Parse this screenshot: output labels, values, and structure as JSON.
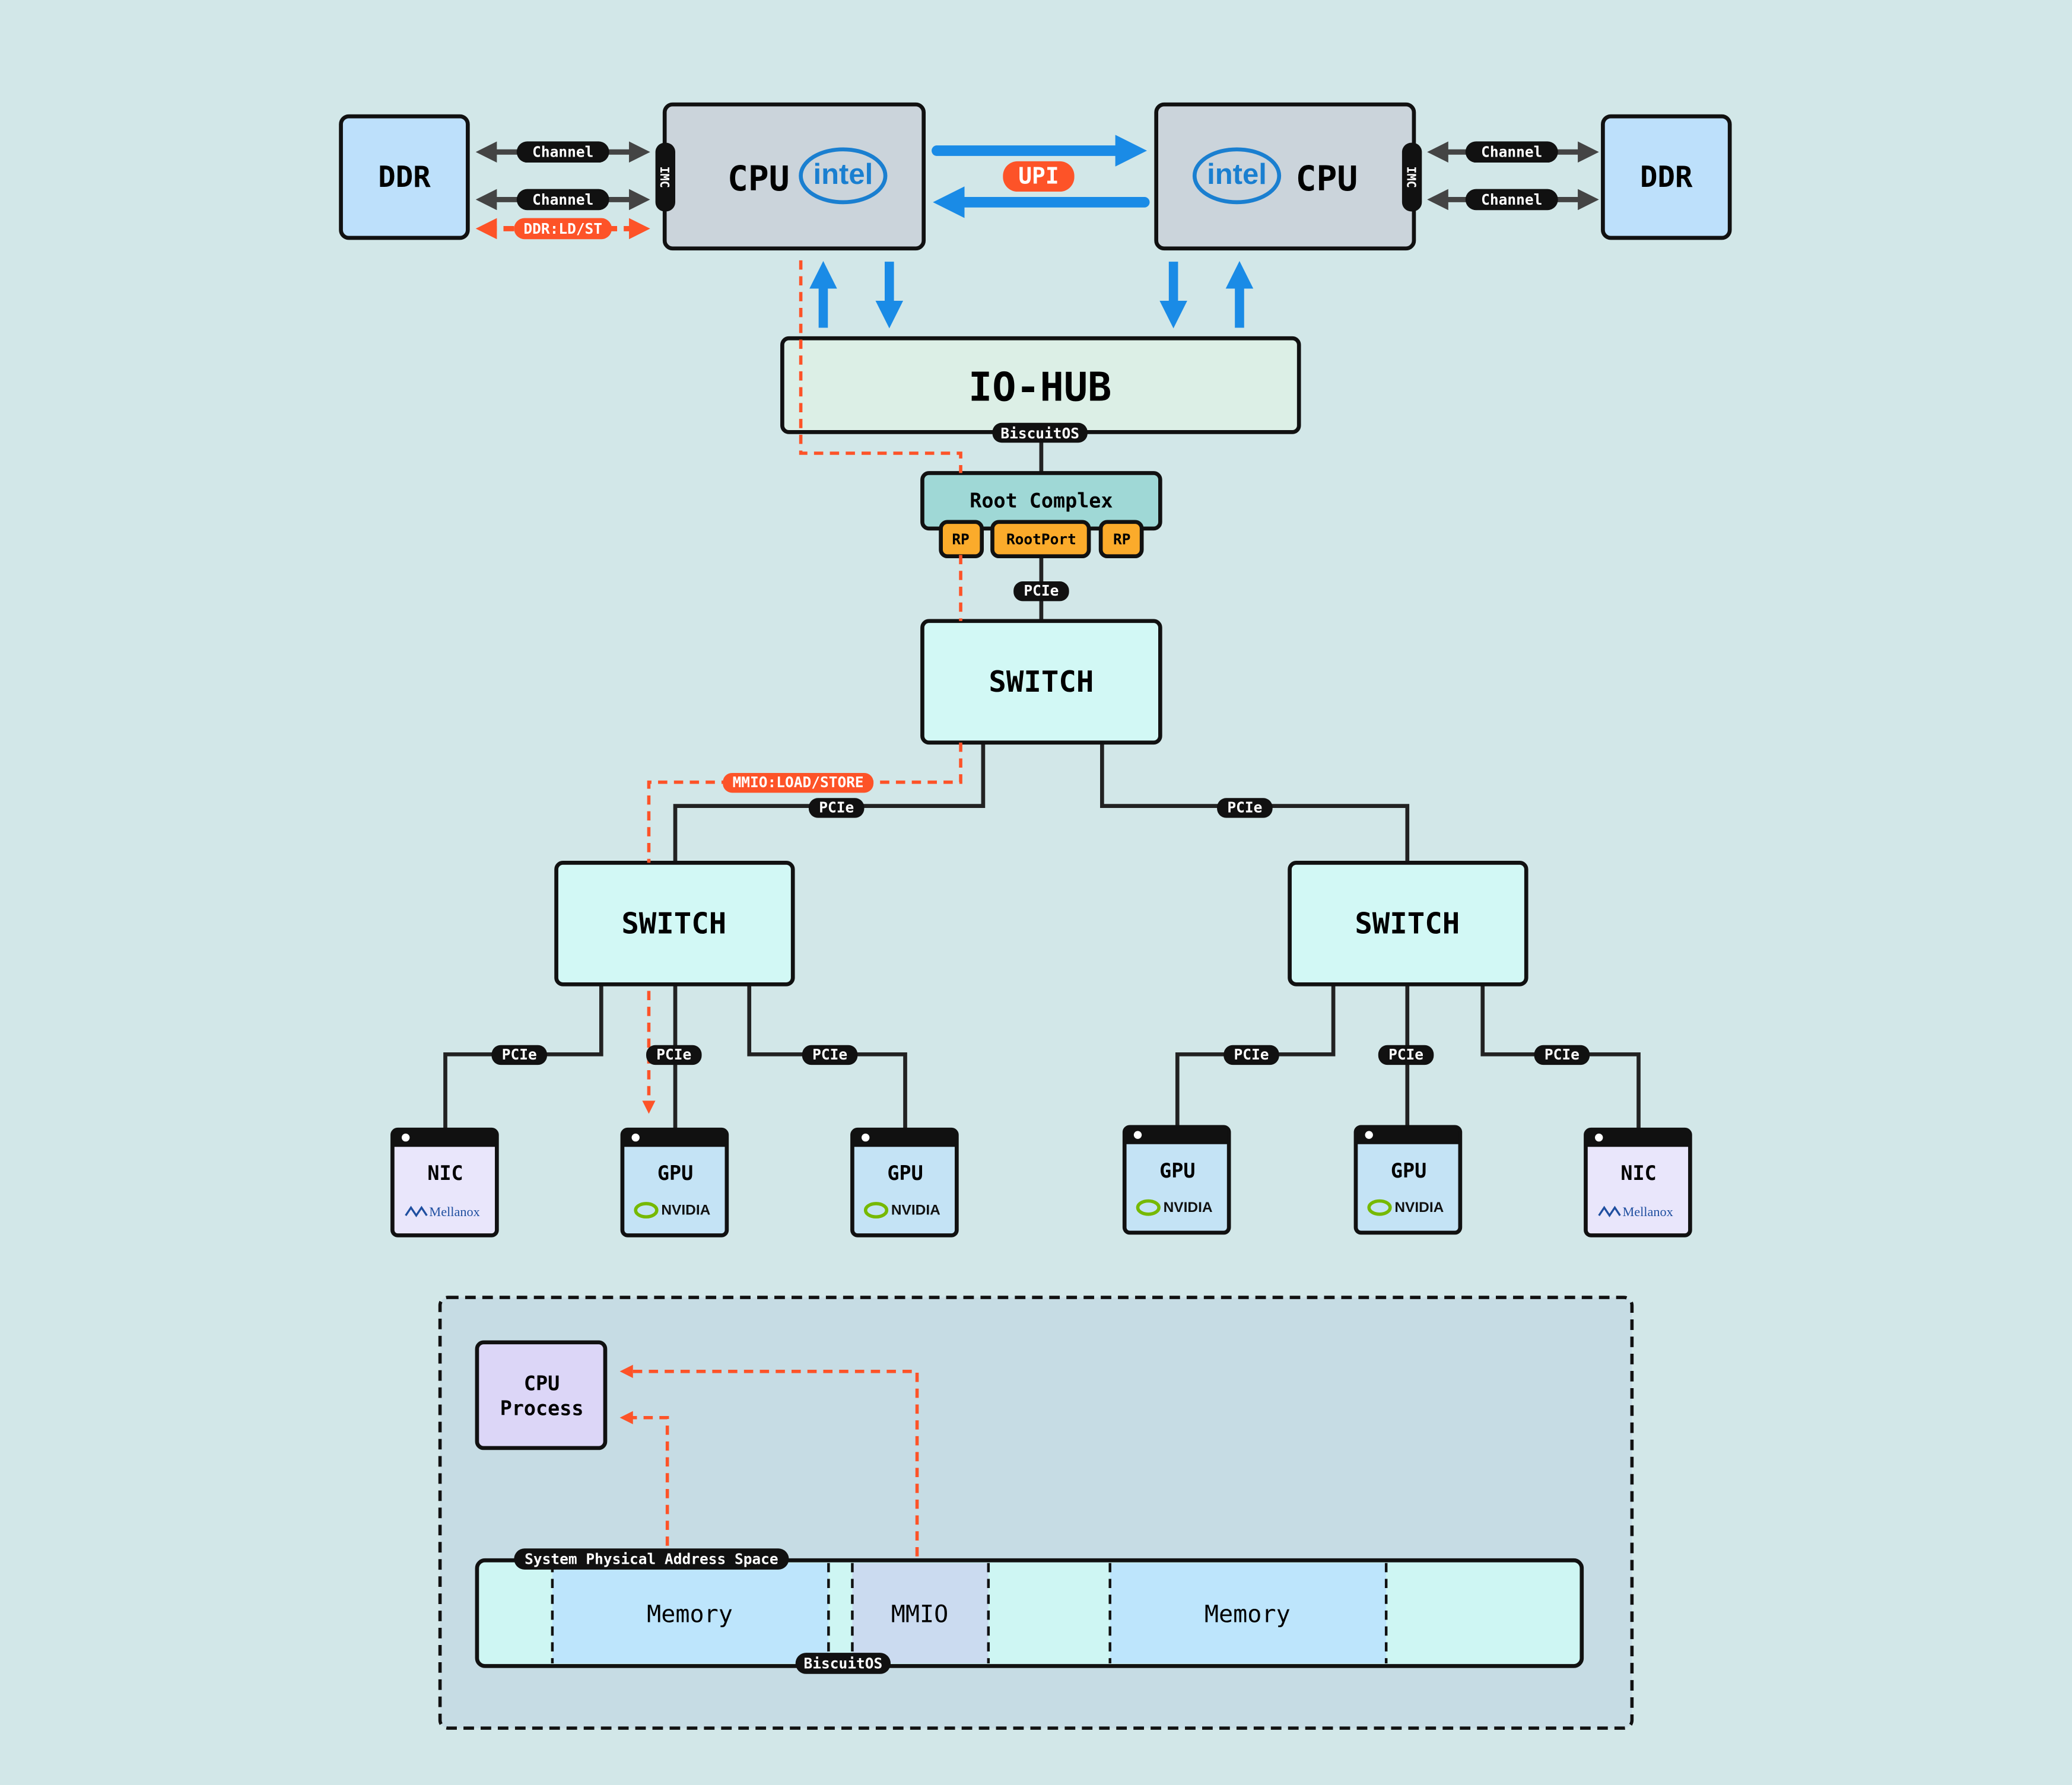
{
  "colors": {
    "background": "#d2e7e8",
    "ddr": "#bde0fb",
    "cpu": "#cbd4db",
    "iohub": "#dcefe6",
    "root_complex": "#9fd8d6",
    "root_port": "#fbab2b",
    "switch": "#d2f8f5",
    "gpu": "#c4e3f5",
    "nic": "#e9e6fb",
    "accent_orange": "#fd5328",
    "accent_blue": "#1a8be6",
    "memory": "#bde5fc",
    "mmio": "#cbdbf0",
    "address_space": "#cef6f3",
    "process": "#dcd6f7"
  },
  "ddr_left": "DDR",
  "ddr_right": "DDR",
  "cpu_left": {
    "label": "CPU",
    "logo": "intel",
    "imc": "IMC"
  },
  "cpu_right": {
    "label": "CPU",
    "logo": "intel",
    "imc": "IMC"
  },
  "channel": "Channel",
  "ddr_ldst": "DDR:LD/ST",
  "upi": "UPI",
  "iohub": {
    "label": "IO-HUB",
    "badge": "BiscuitOS"
  },
  "root_complex": {
    "label": "Root Complex",
    "ports": [
      "RP",
      "RootPort",
      "RP"
    ]
  },
  "pcie": "PCIe",
  "switch": "SWITCH",
  "mmio_ldst": "MMIO:LOAD/STORE",
  "devices": [
    {
      "type": "NIC",
      "vendor": "Mellanox"
    },
    {
      "type": "GPU",
      "vendor": "NVIDIA"
    },
    {
      "type": "GPU",
      "vendor": "NVIDIA"
    },
    {
      "type": "GPU",
      "vendor": "NVIDIA"
    },
    {
      "type": "GPU",
      "vendor": "NVIDIA"
    },
    {
      "type": "NIC",
      "vendor": "Mellanox"
    }
  ],
  "process": {
    "line1": "CPU",
    "line2": "Process"
  },
  "address_space": {
    "title": "System Physical Address Space",
    "badge": "BiscuitOS",
    "segments": [
      "Memory",
      "MMIO",
      "Memory"
    ]
  }
}
